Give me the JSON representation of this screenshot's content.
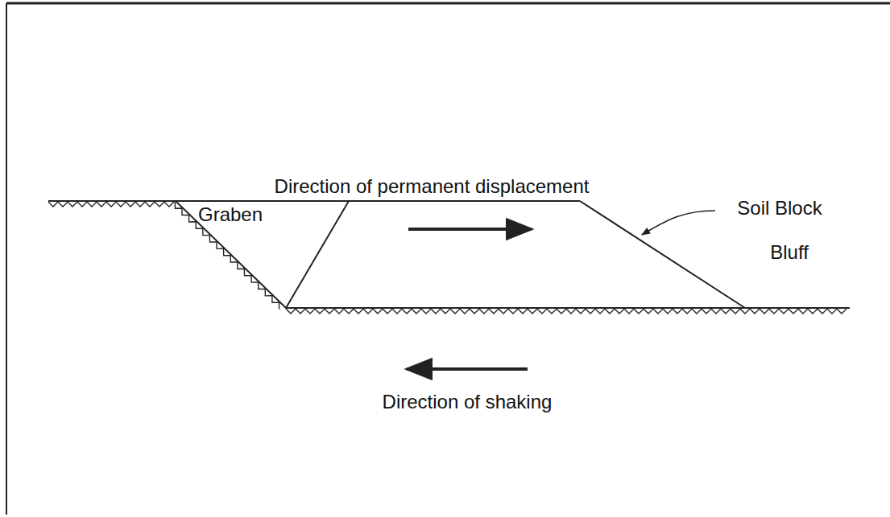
{
  "diagram": {
    "labels": [
      "Direction of permanent displacement",
      "Graben",
      "Soil Block",
      "Bluff",
      "Direction of shaking"
    ]
  }
}
